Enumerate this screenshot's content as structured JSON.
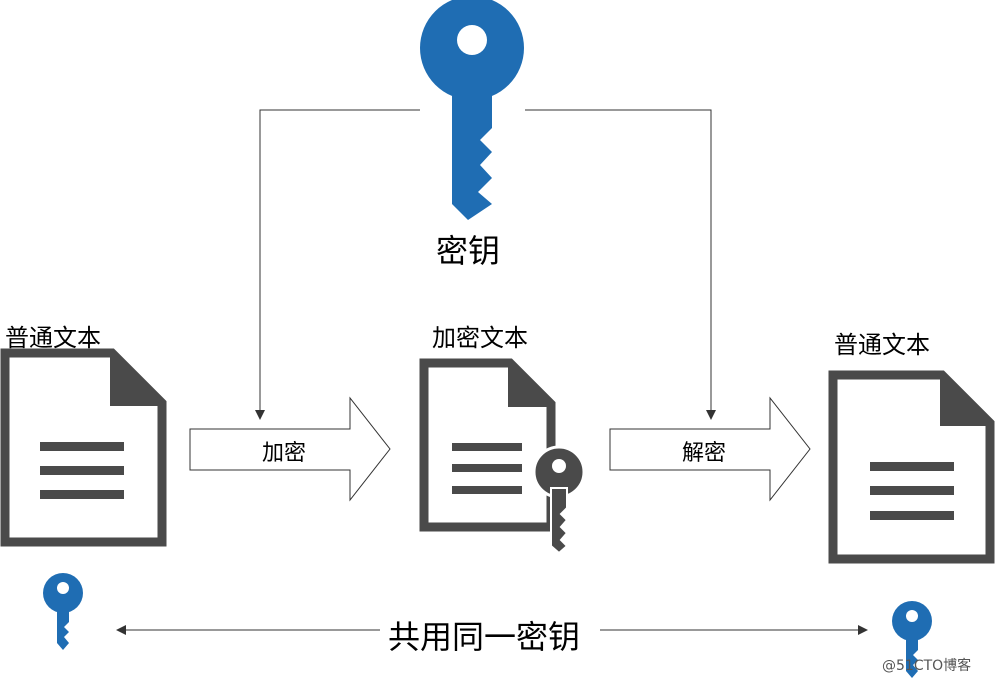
{
  "key_label": "密钥",
  "plaintext_left_label": "普通文本",
  "ciphertext_label": "加密文本",
  "plaintext_right_label": "普通文本",
  "encrypt_label": "加密",
  "decrypt_label": "解密",
  "shared_key_label": "共用同一密钥",
  "watermark": "@51CTO博客",
  "colors": {
    "key_blue": "#1f6db3",
    "doc_gray": "#4a4a4a",
    "line": "#333333"
  }
}
